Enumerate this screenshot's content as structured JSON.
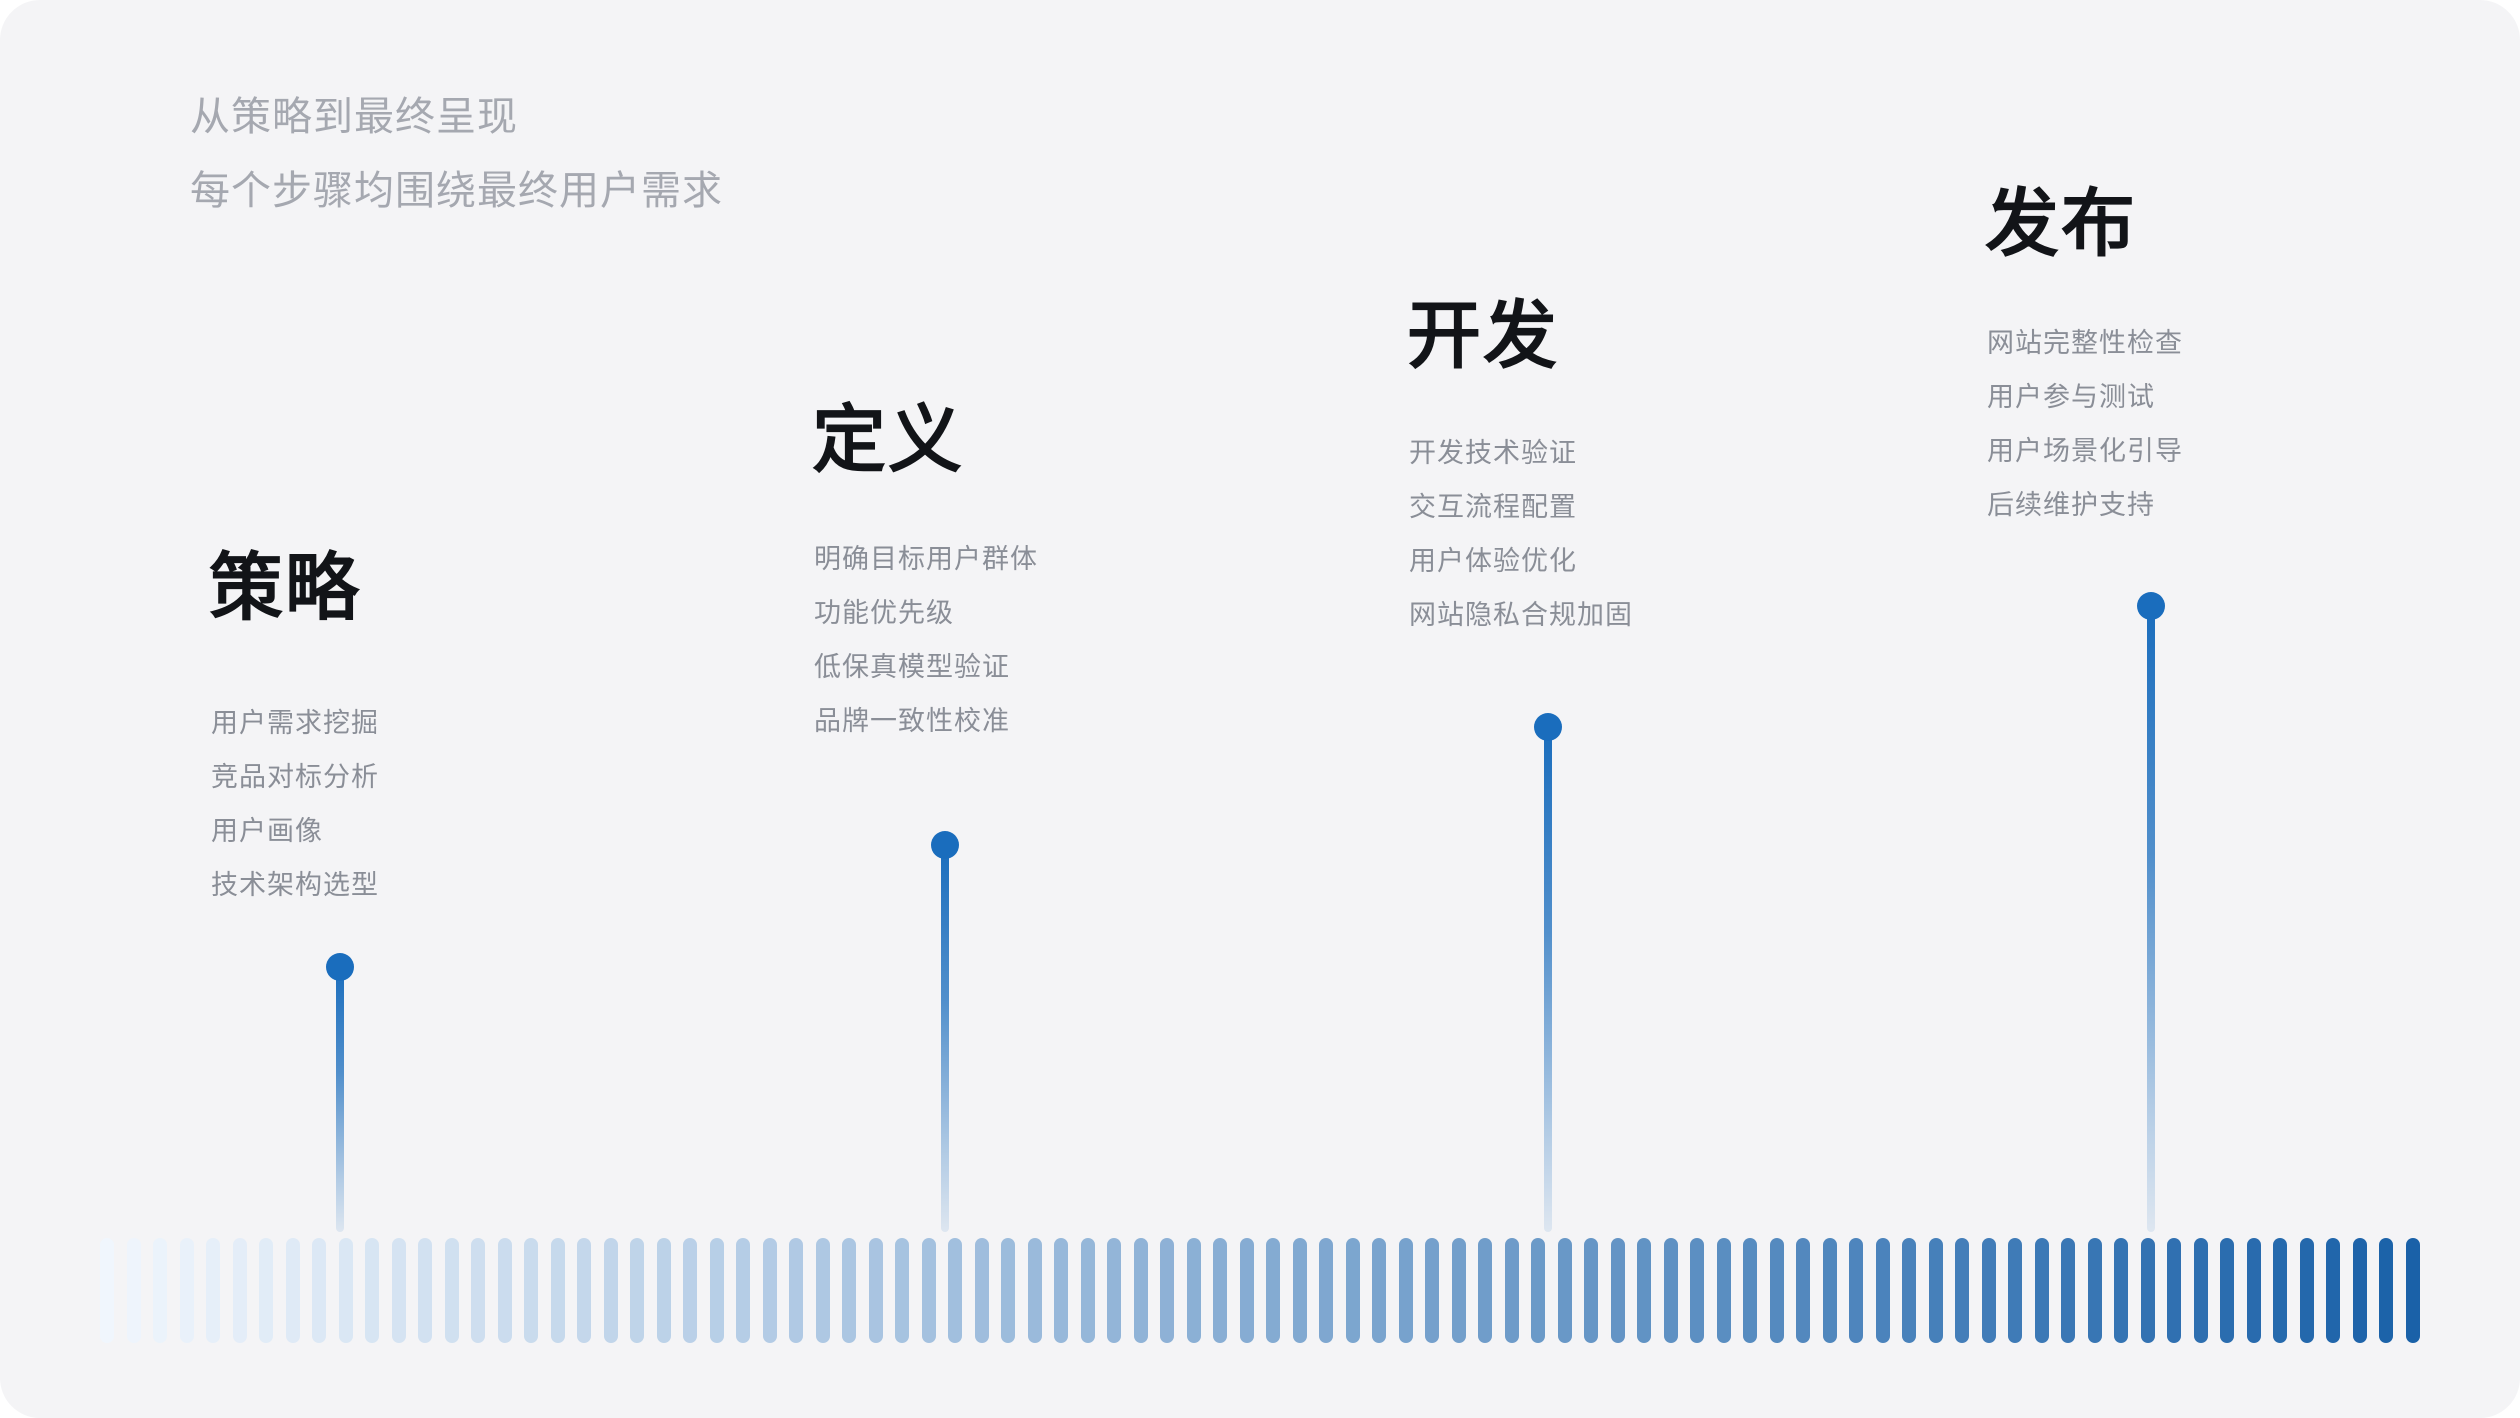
{
  "subtitle": {
    "line1": "从策略到最终呈现",
    "line2": "每个步骤均围绕最终用户需求"
  },
  "stages": [
    {
      "title": "策略",
      "items": [
        "用户需求挖掘",
        "竞品对标分析",
        "用户画像",
        "技术架构选型"
      ]
    },
    {
      "title": "定义",
      "items": [
        "明确目标用户群体",
        "功能优先级",
        "低保真模型验证",
        "品牌一致性校准"
      ]
    },
    {
      "title": "开发",
      "items": [
        "开发技术验证",
        "交互流程配置",
        "用户体验优化",
        "网站隐私合规加固"
      ]
    },
    {
      "title": "发布",
      "items": [
        "网站完整性检查",
        "用户参与测试",
        "用户场景化引导",
        "后续维护支持"
      ]
    }
  ],
  "timeline": {
    "bar_count": 88,
    "bar_color_start": "#f0f6fd",
    "bar_color_end": "#1a61a8",
    "dot_color": "#1a6dbd"
  },
  "colors": {
    "background": "#f4f4f6",
    "title_text": "#121418",
    "muted_text": "#8a8e97",
    "subtitle_text": "#a5a8b0"
  }
}
